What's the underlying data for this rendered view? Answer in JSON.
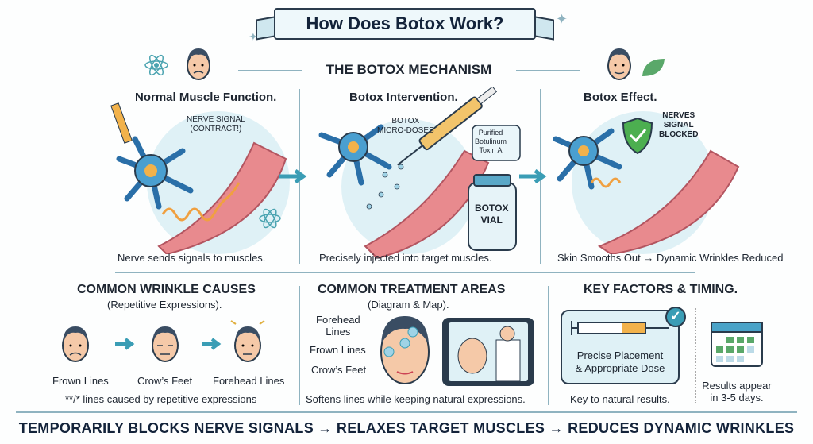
{
  "title": "How Does Botox Work?",
  "mechanism": {
    "heading": "THE BOTOX MECHANISM",
    "panels": [
      {
        "title": "Normal Muscle Function.",
        "label": "NERVE SIGNAL\n(CONTRACT!)",
        "caption": "Nerve sends signals to muscles."
      },
      {
        "title": "Botox Intervention.",
        "label": "BOTOX\nMICRO-DOSES",
        "bubble": "Purified\nBotulinum\nToxin A",
        "vial": "BOTOX\nVIAL",
        "caption": "Precisely injected into target muscles."
      },
      {
        "title": "Botox Effect.",
        "label": "NERVES\nSIGNAL\nBLOCKED",
        "caption": "Skin Smooths Out → Dynamic Wrinkles Reduced"
      }
    ]
  },
  "causes": {
    "heading": "COMMON WRINKLE CAUSES",
    "sub": "(Repetitive Expressions).",
    "faces": [
      "Frown Lines",
      "Crow’s Feet",
      "Forehead Lines"
    ],
    "note": "**/* lines caused by repetitive expressions"
  },
  "areas": {
    "heading": "COMMON TREATMENT AREAS",
    "sub": "(Diagram & Map).",
    "labels": [
      "Forehead\nLines",
      "Frown Lines",
      "Crow’s Feet"
    ],
    "caption": "Softens lines while keeping natural expressions."
  },
  "factors": {
    "heading": "KEY FACTORS & TIMING.",
    "box": "Precise Placement\n& Appropriate Dose",
    "box_caption": "Key to natural results.",
    "timing": "Results appear\nin 3-5 days."
  },
  "footer": "TEMPORARILY BLOCKS NERVE SIGNALS → RELAXES TARGET MUSCLES → REDUCES DYNAMIC WRINKLES",
  "colors": {
    "accent": "#3a9db5",
    "nerve": "#4a9fd0",
    "muscle": "#e88a8e",
    "signal": "#f0a040",
    "check": "#3a9db5"
  }
}
